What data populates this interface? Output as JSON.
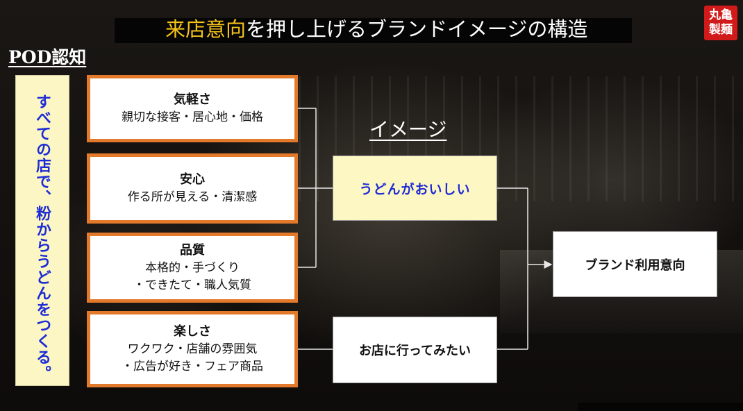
{
  "title": {
    "accent": "来店意向",
    "rest": "を押し上げるブランドイメージの構造"
  },
  "logo": {
    "line1": "丸亀",
    "line2": "製麺"
  },
  "pod_label": "POD認知",
  "pod_statement": "すべての店で、粉からうどんをつくる。",
  "attributes": [
    {
      "heading": "気軽さ",
      "lines": [
        "親切な接客・居心地・価格"
      ]
    },
    {
      "heading": "安心",
      "lines": [
        "作る所が見える・清潔感"
      ]
    },
    {
      "heading": "品質",
      "lines": [
        "本格的・手づくり",
        "・できたて・職人気質"
      ]
    },
    {
      "heading": "楽しさ",
      "lines": [
        "ワクワク・店舗の雰囲気",
        "・広告が好き・フェア商品"
      ]
    }
  ],
  "image_label": "イメージ",
  "images": {
    "tasty": "うどんがおいしい",
    "visit": "お店に行ってみたい"
  },
  "outcome": "ブランド利用意向",
  "colors": {
    "accent_title": "#f4c21a",
    "orange_border": "#e37a2b",
    "blue_text": "#1d2bd6",
    "yellow_fill": "#fbf6c3",
    "logo_red": "#d11a1a"
  }
}
